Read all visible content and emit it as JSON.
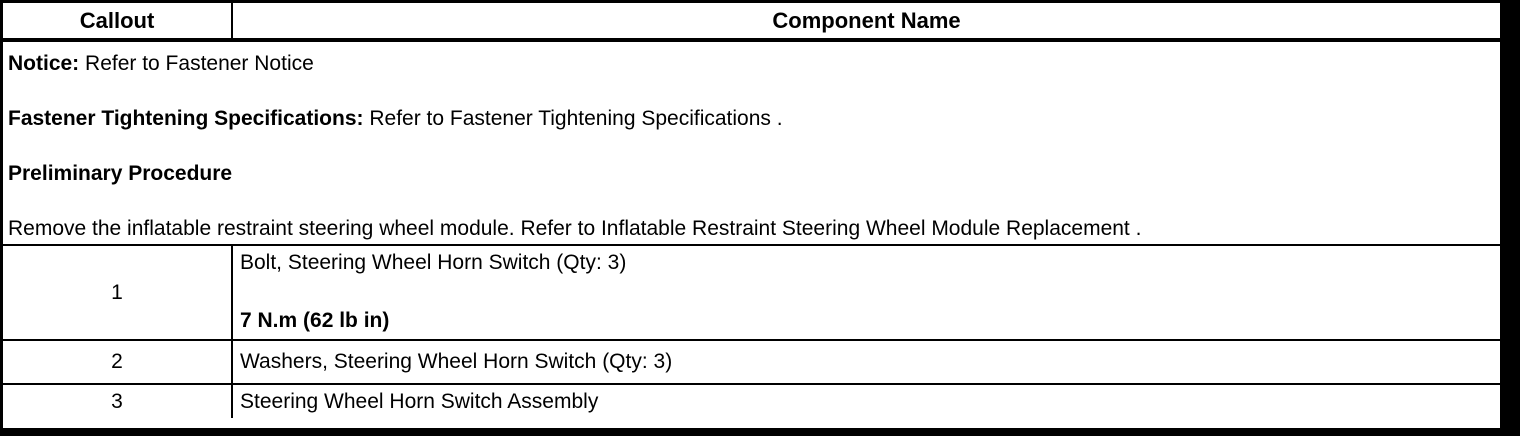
{
  "colors": {
    "background": "#ffffff",
    "text": "#000000",
    "border": "#000000"
  },
  "table": {
    "header": {
      "callout": "Callout",
      "component_name": "Component Name"
    },
    "notice_block": {
      "paragraphs": [
        {
          "bold": "Notice:",
          "normal": " Refer to Fastener Notice"
        },
        {
          "bold": "Fastener Tightening Specifications:",
          "normal": " Refer to Fastener Tightening Specifications ."
        },
        {
          "bold": "Preliminary Procedure",
          "normal": ""
        },
        {
          "bold": "",
          "normal": "Remove the inflatable restraint steering wheel module. Refer to Inflatable Restraint Steering Wheel Module Replacement ."
        }
      ]
    },
    "rows": [
      {
        "callout": "1",
        "component": "Bolt, Steering Wheel Horn Switch (Qty: 3)",
        "torque": "7 N.m (62 lb in)"
      },
      {
        "callout": "2",
        "component": "Washers, Steering Wheel Horn Switch (Qty: 3)"
      },
      {
        "callout": "3",
        "component": "Steering Wheel Horn Switch Assembly"
      }
    ]
  }
}
